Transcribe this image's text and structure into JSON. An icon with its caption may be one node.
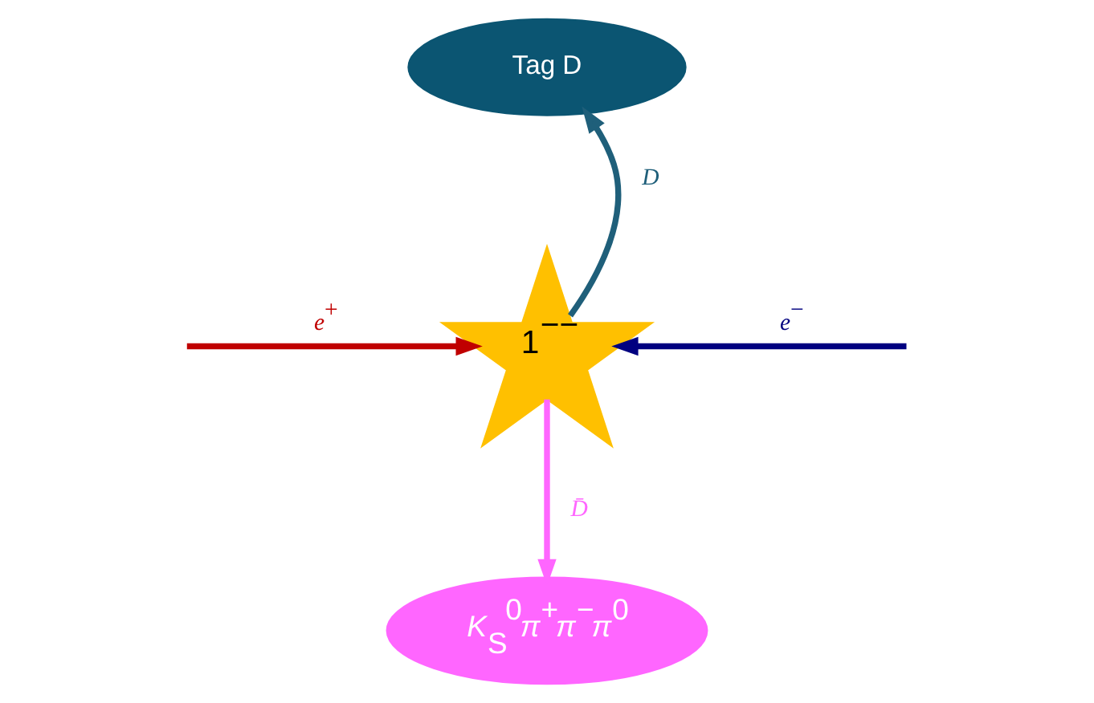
{
  "diagram": {
    "nodes": [
      {
        "text": [
          "Tag D"
        ]
      },
      {
        "text": [
          "1$^{−−}$"
        ]
      },
      {
        "text": [
          "*K*$_{S}$$^{0}$*π*$^{+}$*π*$^{−}$*π*$^{0}$"
        ]
      }
    ],
    "edges": [
      {
        "from": null,
        "to": 1,
        "arrow": "to",
        "label": "*e*$^{+}$",
        "color": "#c00000"
      },
      {
        "from": null,
        "to": 1,
        "arrow": "to",
        "label": "*e*$^{−}$",
        "color": "#000080"
      },
      {
        "from": 1,
        "to": 0,
        "arrow": "to",
        "label": "*D*",
        "color": "#1f5f7a"
      },
      {
        "from": 1,
        "to": 2,
        "arrow": "to",
        "label": "*D̄*",
        "color": "#ff66ff"
      }
    ]
  }
}
